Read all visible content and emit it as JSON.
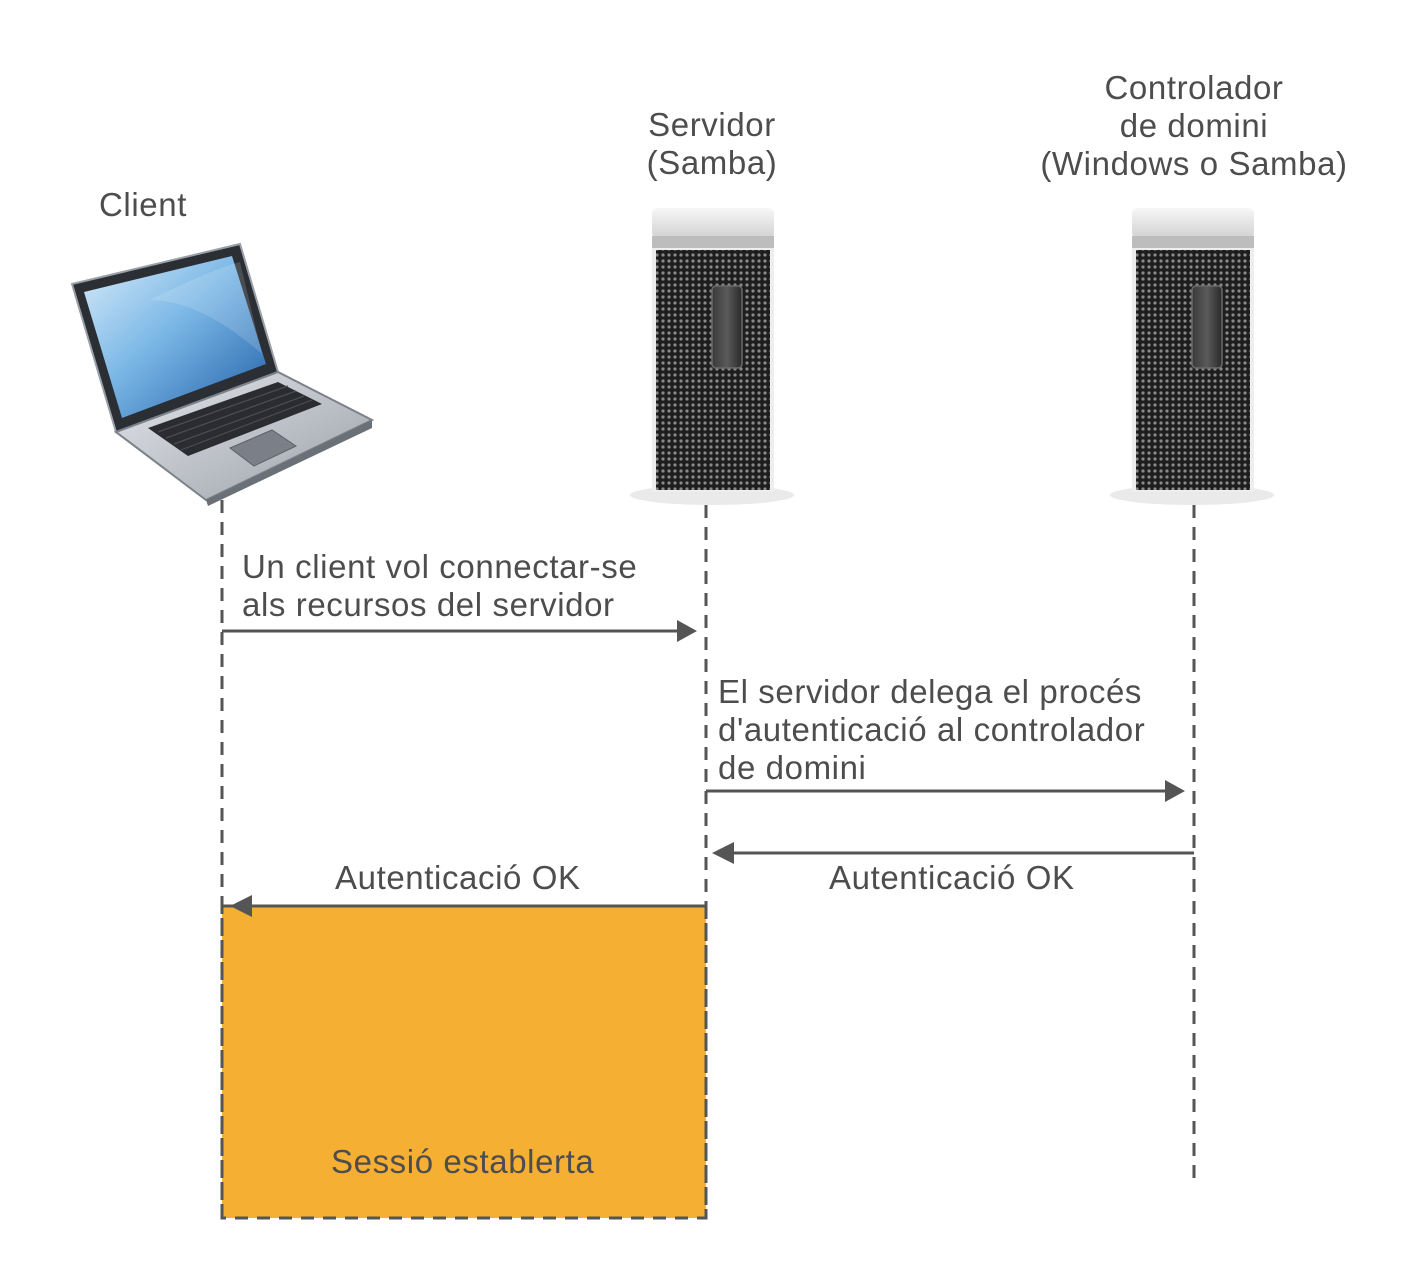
{
  "actors": {
    "client": {
      "label": "Client"
    },
    "server": {
      "line1": "Servidor",
      "line2": "(Samba)"
    },
    "controller": {
      "line1": "Controlador",
      "line2": "de domini",
      "line3": "(Windows o Samba)"
    }
  },
  "messages": {
    "m1": {
      "line1": "Un client vol connectar-se",
      "line2": "als recursos del servidor"
    },
    "m2": {
      "line1": "El servidor delega el procés",
      "line2": "d'autenticació al controlador",
      "line3": "de domini"
    },
    "m3": {
      "label": "Autenticació OK"
    },
    "m4": {
      "label": "Autenticació OK"
    }
  },
  "session": {
    "label": "Sessió establerta"
  },
  "colors": {
    "session_fill": "#f5b034",
    "line": "#555555",
    "text": "#4d4d4d"
  },
  "icons": {
    "client": "laptop-icon",
    "server": "server-tower-icon",
    "controller": "server-tower-icon"
  }
}
